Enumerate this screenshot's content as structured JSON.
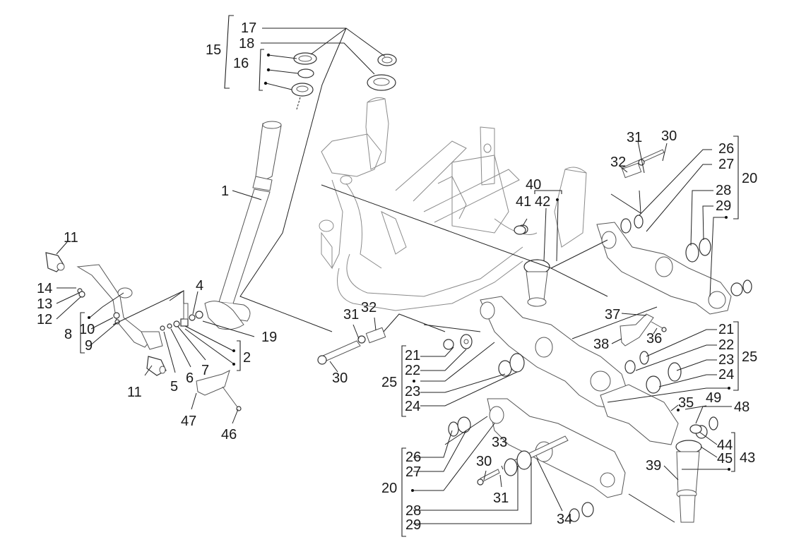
{
  "diagram": {
    "type": "exploded-parts-diagram",
    "subject": "steering column, frame and swing arm assembly",
    "background": "#ffffff",
    "line_color": "#222222",
    "callouts": {
      "c1": "1",
      "c2": "2",
      "c4": "4",
      "c5": "5",
      "c6": "6",
      "c7": "7",
      "c8": "8",
      "c9": "9",
      "c10": "10",
      "c11a": "11",
      "c11b": "11",
      "c12": "12",
      "c13": "13",
      "c14": "14",
      "c15": "15",
      "c16": "16",
      "c17": "17",
      "c18": "18",
      "c19": "19",
      "c20a": "20",
      "c20b": "20",
      "c21a": "21",
      "c21b": "21",
      "c22a": "22",
      "c22b": "22",
      "c23a": "23",
      "c23b": "23",
      "c24a": "24",
      "c24b": "24",
      "c25a": "25",
      "c25b": "25",
      "c26a": "26",
      "c26b": "26",
      "c27a": "27",
      "c27b": "27",
      "c28a": "28",
      "c28b": "28",
      "c29a": "29",
      "c29b": "29",
      "c30a": "30",
      "c30b": "30",
      "c30c": "30",
      "c31a": "31",
      "c31b": "31",
      "c31c": "31",
      "c32a": "32",
      "c32b": "32",
      "c33": "33",
      "c34": "34",
      "c35": "35",
      "c36": "36",
      "c37": "37",
      "c38": "38",
      "c39": "39",
      "c40": "40",
      "c41": "41",
      "c42": "42",
      "c43": "43",
      "c44": "44",
      "c45": "45",
      "c46": "46",
      "c47": "47",
      "c48": "48",
      "c49": "49"
    },
    "groups": [
      {
        "parent": "15",
        "children": [
          "17",
          "18",
          "16"
        ]
      },
      {
        "parent": "16",
        "children": [
          "bearing-cup-upper",
          "bearing-race",
          "bearing-cup-lower"
        ]
      },
      {
        "parent": "8",
        "children": [
          "10",
          "9",
          "lever"
        ]
      },
      {
        "parent": "2",
        "children": [
          "6",
          "7"
        ]
      },
      {
        "parent": "25",
        "children": [
          "21",
          "22",
          "23",
          "24",
          "arm"
        ]
      },
      {
        "parent": "20",
        "children": [
          "26",
          "27",
          "28",
          "29",
          "arm"
        ]
      },
      {
        "parent": "40",
        "children": [
          "41",
          "42",
          "pivot"
        ]
      },
      {
        "parent": "43",
        "children": [
          "44",
          "45",
          "39"
        ]
      }
    ]
  }
}
